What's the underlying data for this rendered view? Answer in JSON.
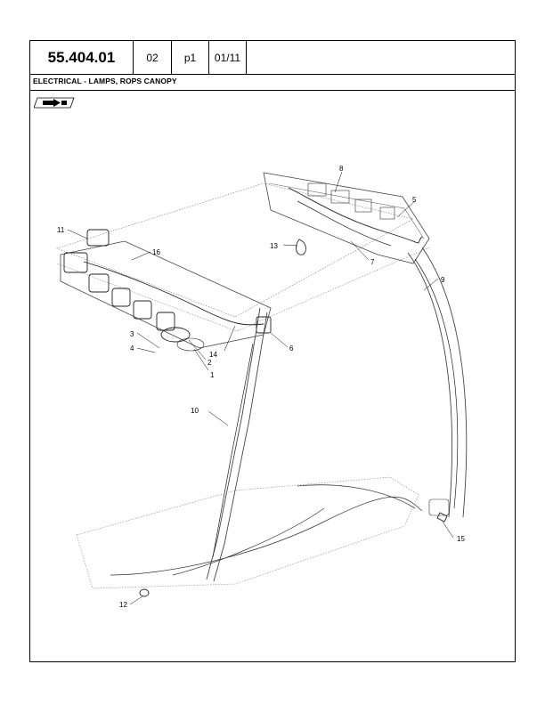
{
  "header": {
    "code": "55.404.01",
    "revision": "02",
    "page": "p1",
    "date": "01/11"
  },
  "title": "ELECTRICAL - LAMPS, ROPS CANOPY",
  "icons": {
    "navigation": "arrow-flag-icon"
  },
  "callouts": {
    "c1": "1",
    "c2": "2",
    "c3": "3",
    "c4": "4",
    "c5": "5",
    "c6": "6",
    "c7": "7",
    "c8": "8",
    "c9": "9",
    "c10": "10",
    "c11": "11",
    "c12": "12",
    "c13": "13",
    "c14": "14",
    "c15": "15",
    "c16": "16"
  }
}
